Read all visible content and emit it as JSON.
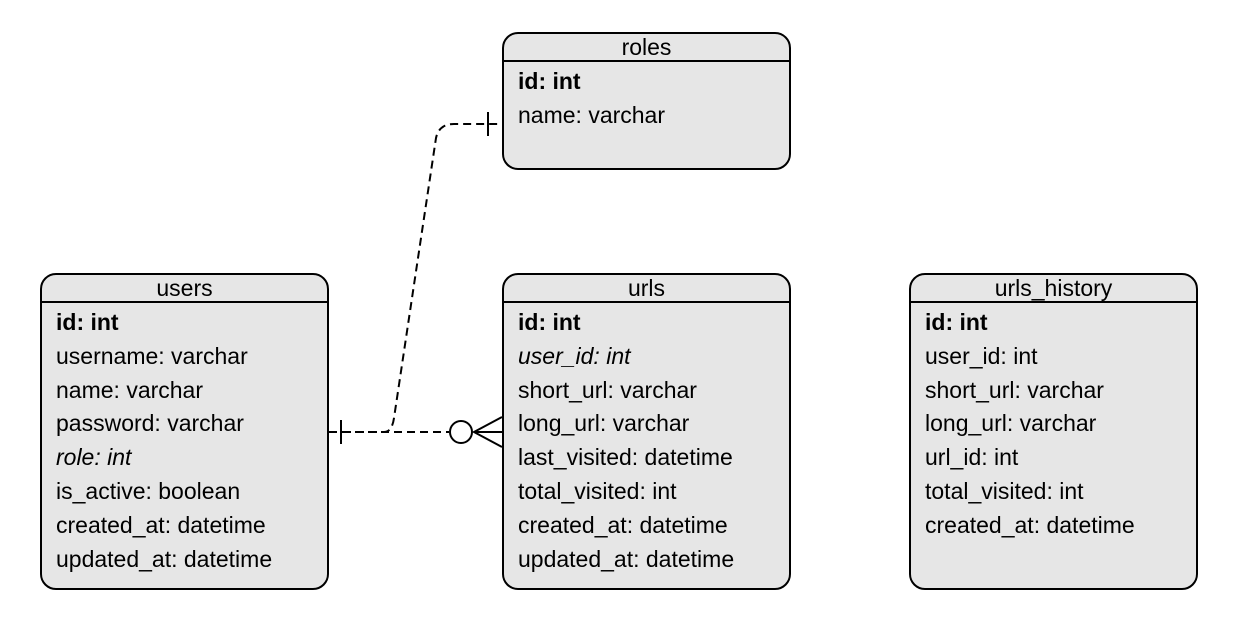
{
  "entities": {
    "roles": {
      "title": "roles",
      "fields": [
        {
          "text": "id: int",
          "kind": "pk"
        },
        {
          "text": "name: varchar",
          "kind": "normal"
        }
      ]
    },
    "users": {
      "title": "users",
      "fields": [
        {
          "text": "id: int",
          "kind": "pk"
        },
        {
          "text": "username: varchar",
          "kind": "normal"
        },
        {
          "text": "name: varchar",
          "kind": "normal"
        },
        {
          "text": "password: varchar",
          "kind": "normal"
        },
        {
          "text": "role: int",
          "kind": "fk"
        },
        {
          "text": "is_active: boolean",
          "kind": "normal"
        },
        {
          "text": "created_at: datetime",
          "kind": "normal"
        },
        {
          "text": "updated_at: datetime",
          "kind": "normal"
        }
      ]
    },
    "urls": {
      "title": "urls",
      "fields": [
        {
          "text": "id: int",
          "kind": "pk"
        },
        {
          "text": "user_id: int",
          "kind": "fk"
        },
        {
          "text": "short_url: varchar",
          "kind": "normal"
        },
        {
          "text": "long_url: varchar",
          "kind": "normal"
        },
        {
          "text": "last_visited: datetime",
          "kind": "normal"
        },
        {
          "text": "total_visited: int",
          "kind": "normal"
        },
        {
          "text": "created_at: datetime",
          "kind": "normal"
        },
        {
          "text": "updated_at: datetime",
          "kind": "normal"
        }
      ]
    },
    "urls_history": {
      "title": "urls_history",
      "fields": [
        {
          "text": "id: int",
          "kind": "pk"
        },
        {
          "text": "user_id: int",
          "kind": "normal"
        },
        {
          "text": "short_url: varchar",
          "kind": "normal"
        },
        {
          "text": "long_url: varchar",
          "kind": "normal"
        },
        {
          "text": "url_id: int",
          "kind": "normal"
        },
        {
          "text": "total_visited: int",
          "kind": "normal"
        },
        {
          "text": "created_at: datetime",
          "kind": "normal"
        }
      ]
    }
  },
  "relationships": [
    {
      "from": "users",
      "to": "roles",
      "from_cardinality": "one",
      "to_cardinality": "one",
      "line_style": "dashed"
    },
    {
      "from": "users",
      "to": "urls",
      "from_cardinality": "one",
      "to_cardinality": "zero-or-many",
      "line_style": "dashed"
    }
  ],
  "colors": {
    "entity_fill": "#e6e6e6",
    "stroke": "#000000",
    "background": "#ffffff"
  }
}
